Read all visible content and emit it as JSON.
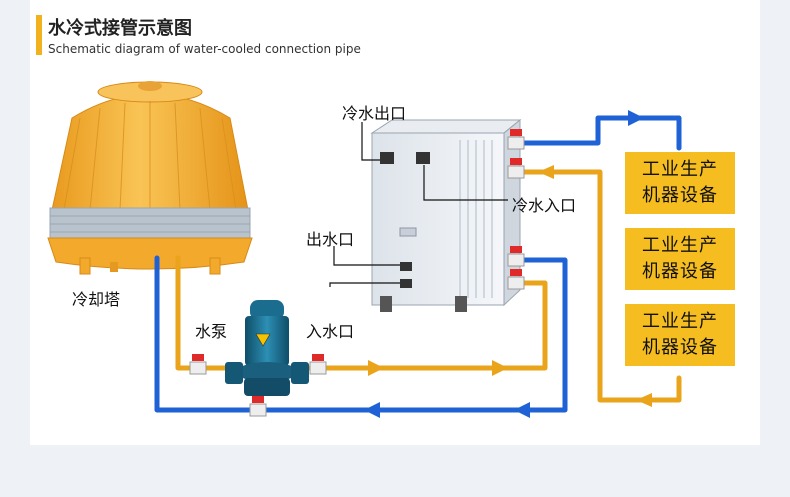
{
  "header": {
    "title": "水冷式接管示意图",
    "subtitle": "Schematic diagram of water-cooled connection pipe"
  },
  "labels": {
    "cooling_tower": "冷却塔",
    "pump": "水泵",
    "chilled_out": "冷水出口",
    "chilled_in": "冷水入口",
    "water_out": "出水口",
    "water_in": "入水口"
  },
  "machines": [
    {
      "line1": "工业生产",
      "line2": "机器设备"
    },
    {
      "line1": "工业生产",
      "line2": "机器设备"
    },
    {
      "line1": "工业生产",
      "line2": "机器设备"
    }
  ],
  "colors": {
    "hot_pipe": "#e9a41c",
    "cold_pipe": "#1e62d6",
    "accent": "#f2b21e",
    "tower": "#f5b83a",
    "pump": "#1a6b8c",
    "valve_red": "#e02a2a"
  },
  "icons": {
    "tower": "cooling-tower-icon",
    "pump": "water-pump-icon",
    "chiller": "chiller-unit-icon",
    "valve": "valve-icon"
  }
}
